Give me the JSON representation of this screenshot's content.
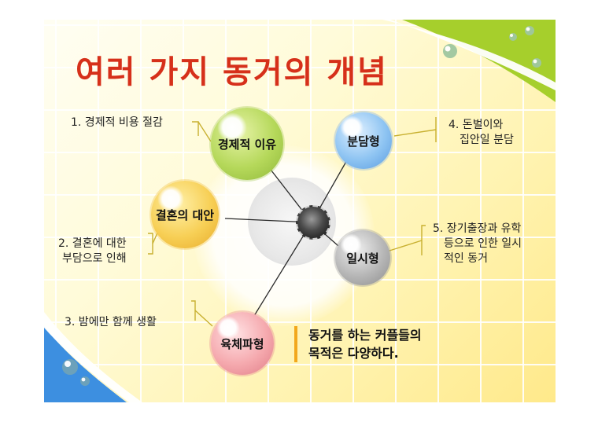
{
  "slide": {
    "title": "여러 가지 동거의 개념",
    "conclusion": {
      "line1": "동거를 하는 커플들의",
      "line2": "목적은 다양하다."
    }
  },
  "diagram": {
    "nodes": {
      "economic": "경제적 이유",
      "marriage": "결혼의 대안",
      "sharing": "분담형",
      "temporary": "일시형",
      "physical": "육체파형"
    },
    "notes": {
      "n1": [
        "1. 경제적 비용 절감"
      ],
      "n2": [
        "2. 결혼에 대한",
        "부담으로 인해"
      ],
      "n3": [
        "3. 밤에만 함께 생활"
      ],
      "n4": [
        "4. 돈벌이와",
        "집안일 분담"
      ],
      "n5": [
        "5. 장기출장과  유학",
        "등으로 인한 일시",
        "적인 동거"
      ]
    }
  },
  "colors": {
    "title": "#d6301a",
    "accent_green": "#a6cf2c",
    "accent_blue": "#3d8fe0",
    "conclusion_bar": "#f2a81c"
  }
}
